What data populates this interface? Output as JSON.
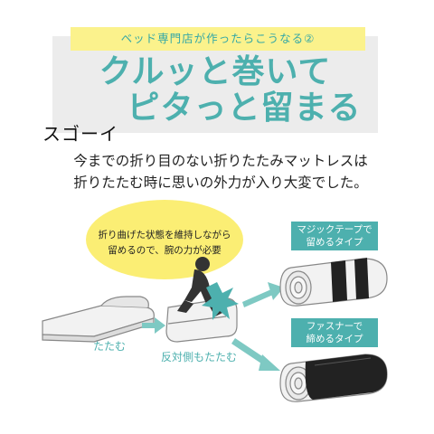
{
  "header": {
    "top_label": "ベッド専門店が作ったらこうなる②",
    "headline_line1": "クルッと巻いて",
    "headline_line2": "ピタっと留まる",
    "exclamation": "スゴーイ"
  },
  "body": {
    "line1": "今までの折り目のない折りたたみマットレスは",
    "line2": "折りたたむ時に思いの外力が入り大変でした。"
  },
  "illustration": {
    "bubble_line1": "折り曲げた状態を維持しながら",
    "bubble_line2": "留めるので、腕の力が必要",
    "step1_label": "たたむ",
    "step2_label": "反対側もたたむ",
    "magic_tape_line1": "マジックテープで",
    "magic_tape_line2": "留めるタイプ",
    "fastener_line1": "ファスナーで",
    "fastener_line2": "締めるタイプ"
  },
  "colors": {
    "accent": "#4db0ae",
    "highlight_yellow": "#fbf28c",
    "panel_gray": "#ececec",
    "bubble_yellow": "#fbee74"
  }
}
